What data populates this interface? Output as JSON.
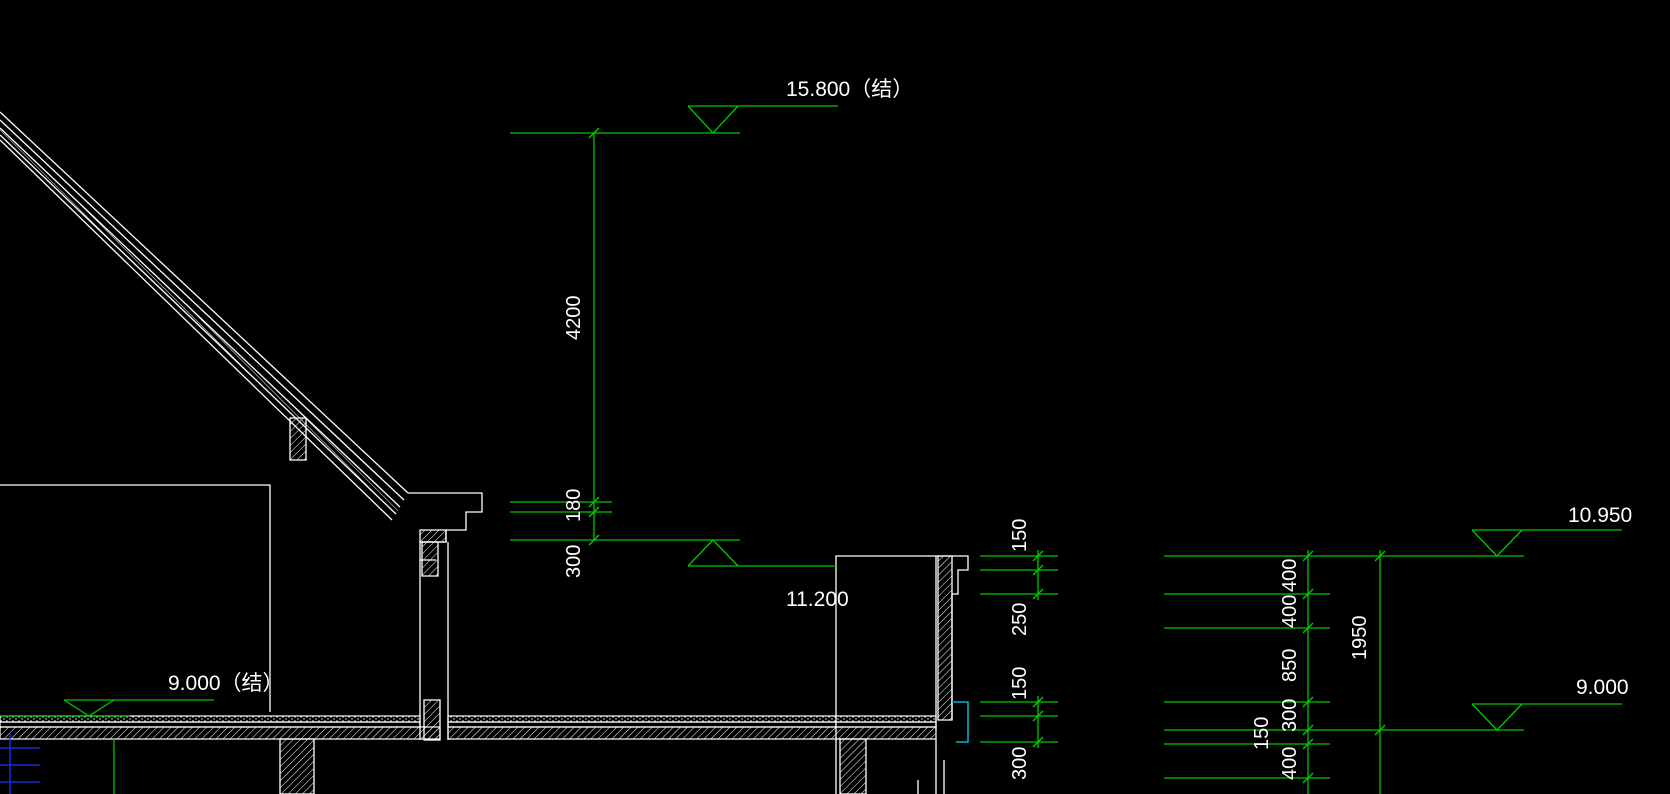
{
  "drawing": {
    "background_color": "#000000",
    "colors": {
      "geometry": "#ffffff",
      "dimension": "#00c800",
      "accent_cyan": "#00b4c8",
      "axis_blue": "#2030ff"
    },
    "elevations": {
      "roof_top": "15.800（结）",
      "eave": "11.200",
      "floor_left": "9.000（结）",
      "right_top": "10.950",
      "right_floor": "9.000"
    },
    "dimensions": {
      "roof_height": "4200",
      "eave_180": "180",
      "eave_300": "300",
      "parapet_150_top": "150",
      "parapet_250": "250",
      "parapet_150_bottom": "150",
      "parapet_300": "300",
      "right_400_a": "400",
      "right_400_b": "400",
      "right_850": "850",
      "right_300": "300",
      "right_150": "150",
      "right_400_c": "400",
      "right_total_1950": "1950"
    }
  }
}
